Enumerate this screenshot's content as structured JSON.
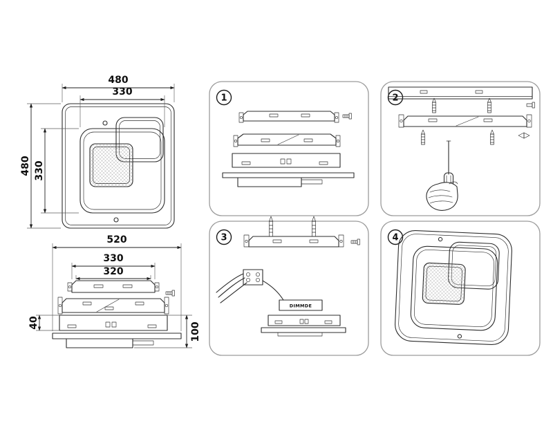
{
  "top_view": {
    "dim_width_outer": "480",
    "dim_width_inner": "330",
    "dim_height_outer": "480",
    "dim_height_inner": "330"
  },
  "side_view": {
    "dim_width_outer": "520",
    "dim_width_mid": "330",
    "dim_width_inner": "320",
    "dim_height_bracket": "40",
    "dim_height_overall": "100"
  },
  "steps": [
    {
      "number": "1"
    },
    {
      "number": "2"
    },
    {
      "number": "3"
    },
    {
      "number": "4"
    }
  ],
  "labels": {
    "driver_box": "DIMMDE"
  },
  "colors": {
    "background": "#ffffff",
    "drawing_line": "#2b2b2b",
    "panel_border": "#9b9b9b",
    "dimension_text": "#0f0f0f"
  }
}
